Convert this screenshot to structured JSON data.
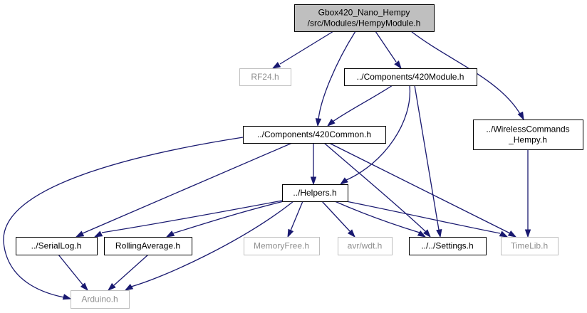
{
  "diagram": {
    "nodes": [
      {
        "id": "hempy_module",
        "label_lines": [
          "Gbox420_Nano_Hempy",
          "/src/Modules/HempyModule.h"
        ],
        "kind": "main"
      },
      {
        "id": "rf24",
        "label_lines": [
          "RF24.h"
        ],
        "kind": "external"
      },
      {
        "id": "module420",
        "label_lines": [
          "../Components/420Module.h"
        ],
        "kind": "local"
      },
      {
        "id": "wireless_commands",
        "label_lines": [
          "../WirelessCommands",
          "_Hempy.h"
        ],
        "kind": "local"
      },
      {
        "id": "common420",
        "label_lines": [
          "../Components/420Common.h"
        ],
        "kind": "local"
      },
      {
        "id": "helpers",
        "label_lines": [
          "../Helpers.h"
        ],
        "kind": "local"
      },
      {
        "id": "serial_log",
        "label_lines": [
          "../SerialLog.h"
        ],
        "kind": "local"
      },
      {
        "id": "rolling_average",
        "label_lines": [
          "RollingAverage.h"
        ],
        "kind": "local"
      },
      {
        "id": "memory_free",
        "label_lines": [
          "MemoryFree.h"
        ],
        "kind": "external"
      },
      {
        "id": "avr_wdt",
        "label_lines": [
          "avr/wdt.h"
        ],
        "kind": "external"
      },
      {
        "id": "settings",
        "label_lines": [
          "../../Settings.h"
        ],
        "kind": "local"
      },
      {
        "id": "timelib",
        "label_lines": [
          "TimeLib.h"
        ],
        "kind": "external"
      },
      {
        "id": "arduino",
        "label_lines": [
          "Arduino.h"
        ],
        "kind": "external"
      }
    ],
    "edges": [
      {
        "from": "hempy_module",
        "to": "rf24"
      },
      {
        "from": "hempy_module",
        "to": "module420"
      },
      {
        "from": "hempy_module",
        "to": "common420"
      },
      {
        "from": "hempy_module",
        "to": "wireless_commands"
      },
      {
        "from": "module420",
        "to": "common420"
      },
      {
        "from": "module420",
        "to": "helpers"
      },
      {
        "from": "module420",
        "to": "settings"
      },
      {
        "from": "common420",
        "to": "helpers"
      },
      {
        "from": "common420",
        "to": "serial_log"
      },
      {
        "from": "common420",
        "to": "arduino"
      },
      {
        "from": "common420",
        "to": "settings"
      },
      {
        "from": "common420",
        "to": "timelib"
      },
      {
        "from": "wireless_commands",
        "to": "timelib"
      },
      {
        "from": "helpers",
        "to": "serial_log"
      },
      {
        "from": "helpers",
        "to": "rolling_average"
      },
      {
        "from": "helpers",
        "to": "memory_free"
      },
      {
        "from": "helpers",
        "to": "avr_wdt"
      },
      {
        "from": "helpers",
        "to": "settings"
      },
      {
        "from": "helpers",
        "to": "timelib"
      },
      {
        "from": "helpers",
        "to": "arduino"
      },
      {
        "from": "serial_log",
        "to": "arduino"
      },
      {
        "from": "rolling_average",
        "to": "arduino"
      }
    ]
  },
  "colors": {
    "edge": "#191970",
    "main_fill": "#bfbfbf",
    "local_border": "#000000",
    "external_border": "#bfbfbf",
    "external_text": "#8f8f8f"
  }
}
